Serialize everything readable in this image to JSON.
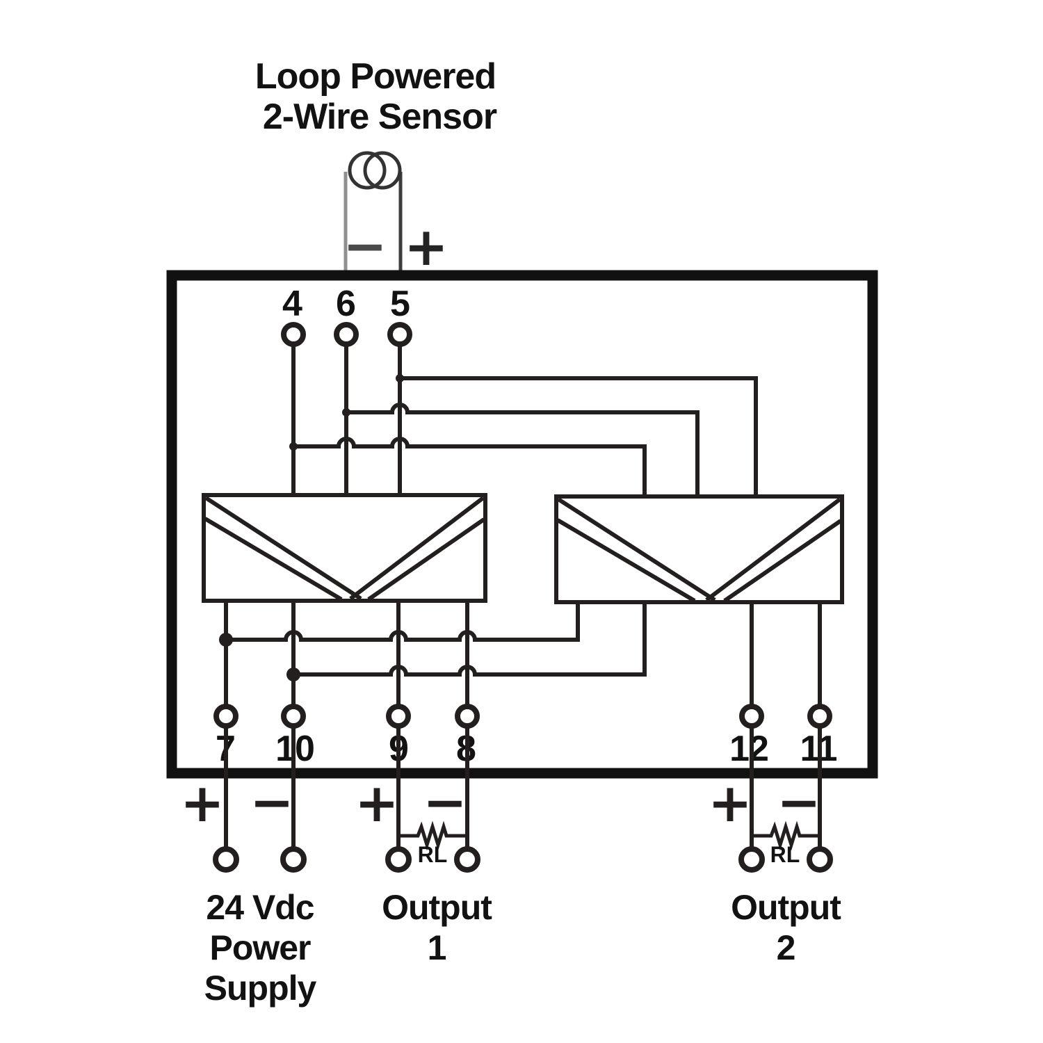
{
  "title": {
    "line1": "Loop Powered",
    "line2": "2-Wire Sensor"
  },
  "sensor": {
    "negative": "−",
    "positive": "+"
  },
  "module": {
    "top_terminals": [
      {
        "id": "4"
      },
      {
        "id": "6"
      },
      {
        "id": "5"
      }
    ],
    "bottom_terminals": [
      {
        "id": "7"
      },
      {
        "id": "10"
      },
      {
        "id": "9"
      },
      {
        "id": "8"
      },
      {
        "id": "12"
      },
      {
        "id": "11"
      }
    ]
  },
  "power_supply": {
    "positive": "+",
    "negative": "−",
    "caption": [
      "24 Vdc",
      "Power",
      "Supply"
    ]
  },
  "outputs": [
    {
      "positive": "+",
      "negative": "−",
      "load": "RL",
      "caption": [
        "Output",
        "1"
      ]
    },
    {
      "positive": "+",
      "negative": "−",
      "load": "RL",
      "caption": [
        "Output",
        "2"
      ]
    }
  ],
  "colors": {
    "line": "#241f1f",
    "box": "#111111",
    "text": "#121212",
    "sensor_wire_left": "#8f8f8f",
    "sensor_wire_right": "#3c3c3c",
    "sensor_symbol": "#333333",
    "bg": "#ffffff"
  }
}
